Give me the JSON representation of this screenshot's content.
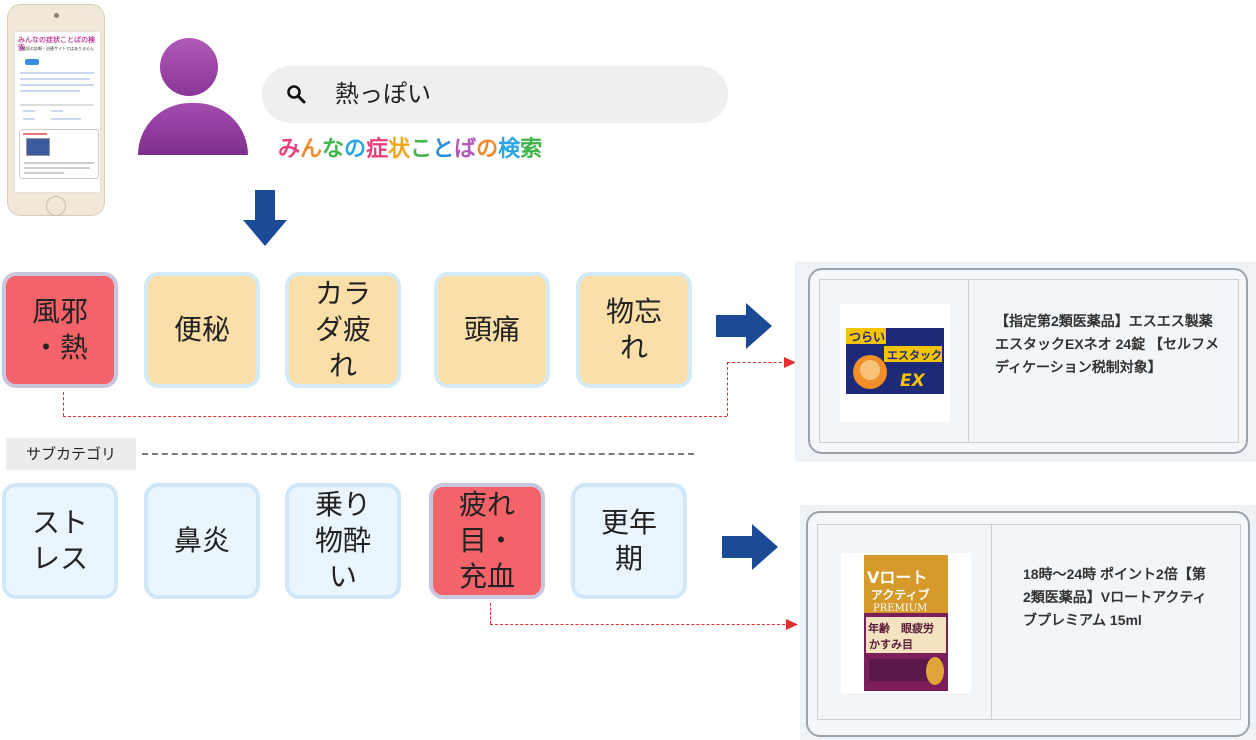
{
  "phone": {
    "screen_title": "みんなの症状ことばの検索",
    "screen_sub": "病気の診断・治療サイトではありません"
  },
  "search": {
    "query": "熱っぽい",
    "icon": "search-icon"
  },
  "brand": {
    "chars": [
      {
        "t": "み",
        "c": "#e8417e"
      },
      {
        "t": "ん",
        "c": "#f08a2c"
      },
      {
        "t": "な",
        "c": "#3db54a"
      },
      {
        "t": "の",
        "c": "#2aa7e0"
      },
      {
        "t": "症",
        "c": "#e8417e"
      },
      {
        "t": "状",
        "c": "#f2a71b"
      },
      {
        "t": "こ",
        "c": "#45b649"
      },
      {
        "t": "と",
        "c": "#2d8fd8"
      },
      {
        "t": "ば",
        "c": "#b05ab8"
      },
      {
        "t": "の",
        "c": "#f08a2c"
      },
      {
        "t": "検",
        "c": "#2aa7e0"
      },
      {
        "t": "索",
        "c": "#3db54a"
      }
    ]
  },
  "categories": [
    {
      "label": "風邪\n・熱",
      "highlight": true
    },
    {
      "label": "便秘",
      "highlight": false
    },
    {
      "label": "カラ\nダ疲\nれ",
      "highlight": false
    },
    {
      "label": "頭痛",
      "highlight": false
    },
    {
      "label": "物忘\nれ",
      "highlight": false
    }
  ],
  "subcategory_label": "サブカテゴリ",
  "subcategories": [
    {
      "label": "スト\nレス",
      "highlight": false
    },
    {
      "label": "鼻炎",
      "highlight": false
    },
    {
      "label": "乗り\n物酔\nい",
      "highlight": false
    },
    {
      "label": "疲れ\n目・\n充血",
      "highlight": true
    },
    {
      "label": "更年\n期",
      "highlight": false
    }
  ],
  "products": [
    {
      "text": "【指定第2類医薬品】エスエス製薬エスタックEXネオ 24錠 【セルフメディケーション税制対象】",
      "pkg": {
        "top": "つらい",
        "main": "エスタック",
        "badge": "EX",
        "color": "#1d2a78"
      }
    },
    {
      "text": "18時〜24時 ポイント2倍【第2類医薬品】Vロートアクティブプレミアム 15ml",
      "pkg": {
        "top": "Vロート",
        "main": "アクティブ",
        "sub": "PREMIUM",
        "band1": "年齢",
        "band2": "眼疲労",
        "band3": "かすみ目",
        "color": "#7a1f5a"
      }
    }
  ],
  "colors": {
    "arrow": "#1b4a96",
    "highlight": "#f4636a",
    "main_cat": "#fbdfa8",
    "sub_cat": "#eaf5fd",
    "connector": "#e53030"
  }
}
